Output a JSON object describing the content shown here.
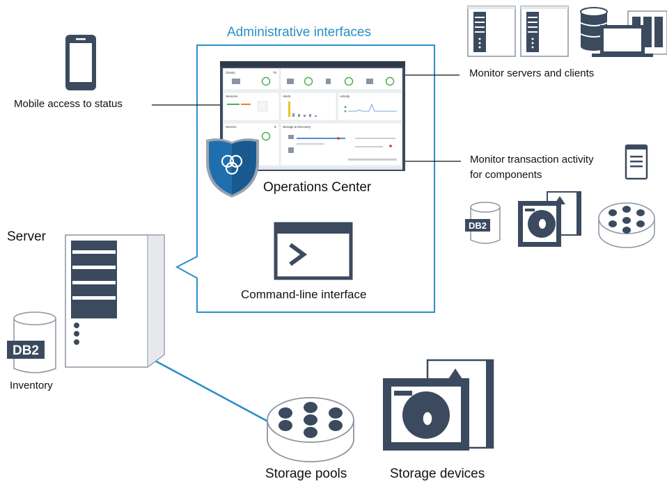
{
  "labels": {
    "admin_interfaces": "Administrative interfaces",
    "mobile_access": "Mobile access to status",
    "monitor_servers": "Monitor servers and clients",
    "monitor_tx_line1": "Monitor transaction activity",
    "monitor_tx_line2": "for components",
    "operations_center": "Operations Center",
    "command_line": "Command-line interface",
    "server": "Server",
    "inventory": "Inventory",
    "storage_pools": "Storage pools",
    "storage_devices": "Storage devices"
  },
  "db2": {
    "badge": "DB2"
  },
  "dashboard": {
    "clients": "Clients",
    "clients_count": "70",
    "services": "Services",
    "alerts": "Alerts",
    "activity": "Activity",
    "servers": "Servers",
    "servers_count": "8",
    "storage_recovery": "Storage & Recovery"
  },
  "colors": {
    "accent": "#2b8fc6",
    "dark_slate": "#3b4a5e",
    "light_gray": "#f2f3f4",
    "shield_blue": "#1f6fae",
    "ok_green": "#4caf50",
    "warn_orange": "#e9822c",
    "alert_red": "#d9302c"
  },
  "icons": [
    "mobile-phone-icon",
    "tower-server-icon",
    "database-icon",
    "laptop-icon",
    "rack-server-icon",
    "document-icon",
    "hard-drive-icon",
    "storage-pool-icon",
    "terminal-icon",
    "shield-icon"
  ]
}
